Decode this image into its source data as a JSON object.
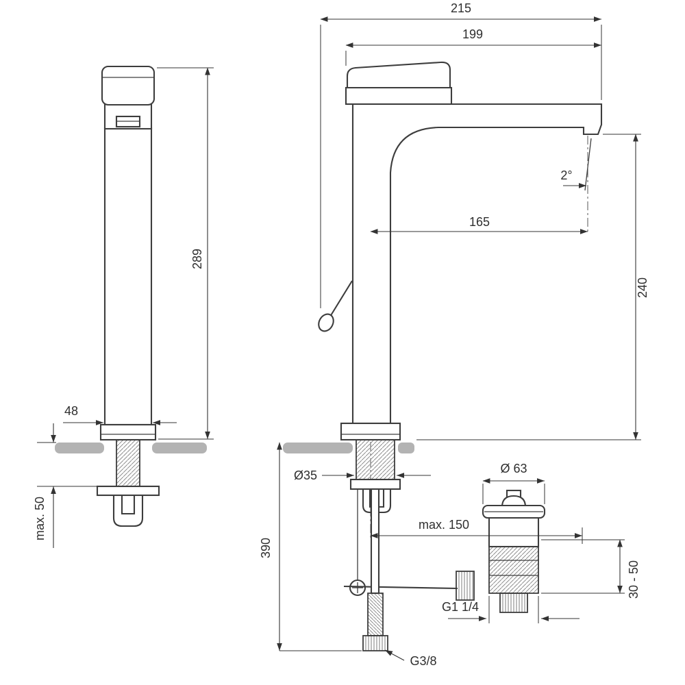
{
  "drawing_title": "basin-mixer-technical-drawing",
  "front_view": {
    "height": "289",
    "base_width": "48",
    "max_mounting": "max. 50"
  },
  "side_view": {
    "total_depth": "215",
    "body_depth": "199",
    "spout_angle": "2°",
    "spout_reach": "165",
    "outlet_height": "240",
    "shank_diameter": "Ø35",
    "under_counter_height": "390",
    "max_rod_length": "max. 150",
    "waste_diameter": "Ø 63",
    "waste_adjust_range": "30 - 50",
    "waste_thread": "G1 1/4",
    "hose_thread": "G3/8"
  },
  "colors": {
    "line": "#3d3d3d",
    "dimension": "#333333",
    "counter_fill": "#b3b3b3"
  }
}
